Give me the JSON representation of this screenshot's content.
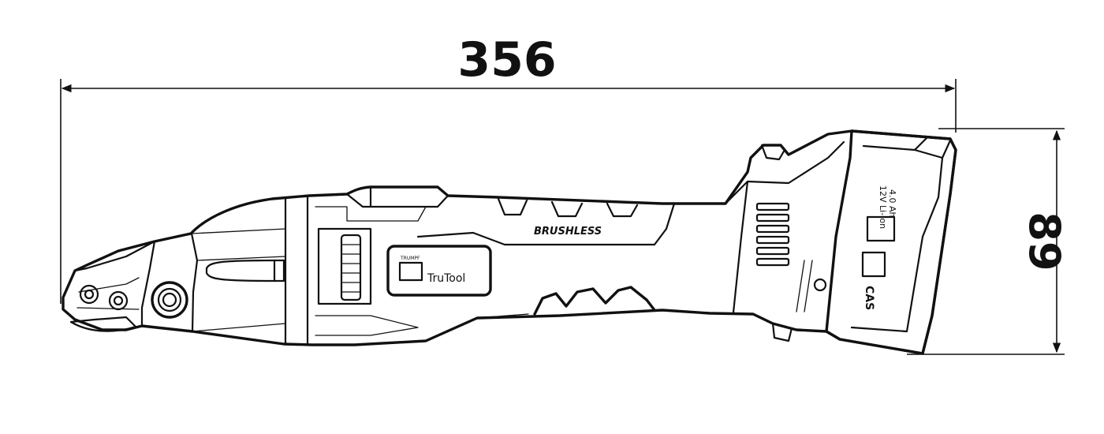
{
  "dimensions": {
    "length": "356",
    "height": "89"
  },
  "tool_labels": {
    "motor": "BRUSHLESS",
    "product": "TruTool",
    "brand_small": "TRUMPF",
    "battery_line1": "12V Li-Ion",
    "battery_line2": "4.0 Ah",
    "battery_brand": "CAS"
  }
}
